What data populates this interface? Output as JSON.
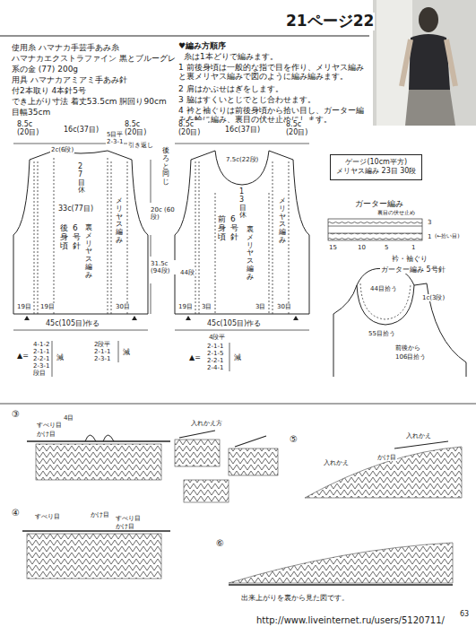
{
  "diagram": {
    "title": "21ページ22",
    "caption": "出来上がりを裏から見た図です。",
    "nodes": [
      {
        "text": [
          "ゲージ(10cm平方)",
          "メリヤス編み 23目 30段"
        ]
      }
    ],
    "labels": [
      "使用糸 ハマナカ手芸手あみ糸",
      "ハマナカエクストラファイン 黒とブルーグレ",
      "系の金 (77) 200g",
      "用具 ハマナカアミアミ手あみ針",
      "付2本取り 4本針5号",
      "でき上がり寸法 着丈53.5cm 胴回り90cm",
      "目幅35cm",
      "♥編み方順序",
      "糸は1本どりで編みます。",
      "1 前後身頃は一般的な指で目を作り、メリヤス編みと裏メリヤス編みで図のように編み編みます。",
      "2 肩はかぶせはぎをします。",
      "3 脇はすくいとじでとじ合わせます。",
      "4 衿と袖ぐりは前後身頃から拾い目し、ガーター編みを輪に編み、裏目の伏せ止めにします。",
      "8.5c (20目)",
      "16c(37目)",
      "8.5c (20目)",
      "2c(6段)",
      "5目平",
      "2-3-1",
      "引き返し",
      "27目休",
      "33c(77目)",
      "後身頃",
      "6号針",
      "裏メリヤス編み",
      "メリヤス編み",
      "20c (60段)",
      "31.5c (94段)",
      "19目",
      "19目",
      "30目",
      "45c(105目)作る",
      "8.5c (20目)",
      "16c(37目)",
      "8.5c (20目)",
      "7.5c(22段)",
      "後ろと同じ",
      "44段",
      "13目休",
      "前身頃",
      "6号針",
      "裏メリヤス編み",
      "メリヤス編み",
      "19目",
      "3目",
      "3目",
      "30目",
      "45c(105目)作る",
      "▲=",
      "4-1-2",
      "2-1-1",
      "2-2-1",
      "2-3-1",
      "段目",
      "減",
      "2段平",
      "2-1-1",
      "2-3-1",
      "減",
      "4段平",
      "▲=",
      "2-1-1",
      "2-1-5",
      "2-2-1",
      "2-4-1",
      "減",
      "ガーター編み",
      "裏目の伏せ止め",
      "3",
      "1",
      "(←拾い目)",
      "15",
      "10",
      "5",
      "1",
      "衿・袖ぐり",
      "ガーター編み 5号針",
      "44目拾う",
      "1c(3段)",
      "55目拾う",
      "前後から",
      "106目拾う",
      "③",
      "すべり目",
      "4目",
      "かけ目",
      "入れかえ方",
      "⑤",
      "入れかえ",
      "入れかえ",
      "かけ目",
      "④",
      "すべり目",
      "かけ目",
      "すべり目",
      "かけ目",
      "⑥",
      "63",
      "http://www.liveinternet.ru/users/5120711/"
    ]
  }
}
